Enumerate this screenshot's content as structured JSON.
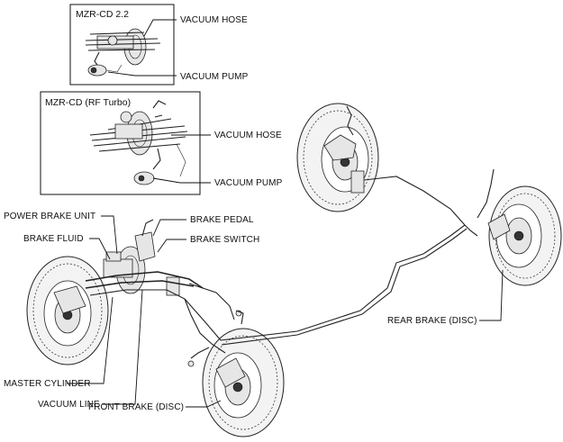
{
  "inset_boxes": [
    {
      "title": "MZR-CD 2.2",
      "callouts": [
        "VACUUM HOSE",
        "VACUUM PUMP"
      ]
    },
    {
      "title": "MZR-CD (RF Turbo)",
      "callouts": [
        "VACUUM HOSE",
        "VACUUM PUMP"
      ]
    }
  ],
  "labels": {
    "power_brake_unit": "POWER BRAKE UNIT",
    "brake_fluid": "BRAKE FLUID",
    "brake_pedal": "BRAKE PEDAL",
    "brake_switch": "BRAKE SWITCH",
    "rear_brake": "REAR BRAKE (DISC)",
    "master_cylinder": "MASTER CYLINDER",
    "vacuum_line": "VACUUM LINE",
    "front_brake": "FRONT BRAKE (DISC)"
  }
}
